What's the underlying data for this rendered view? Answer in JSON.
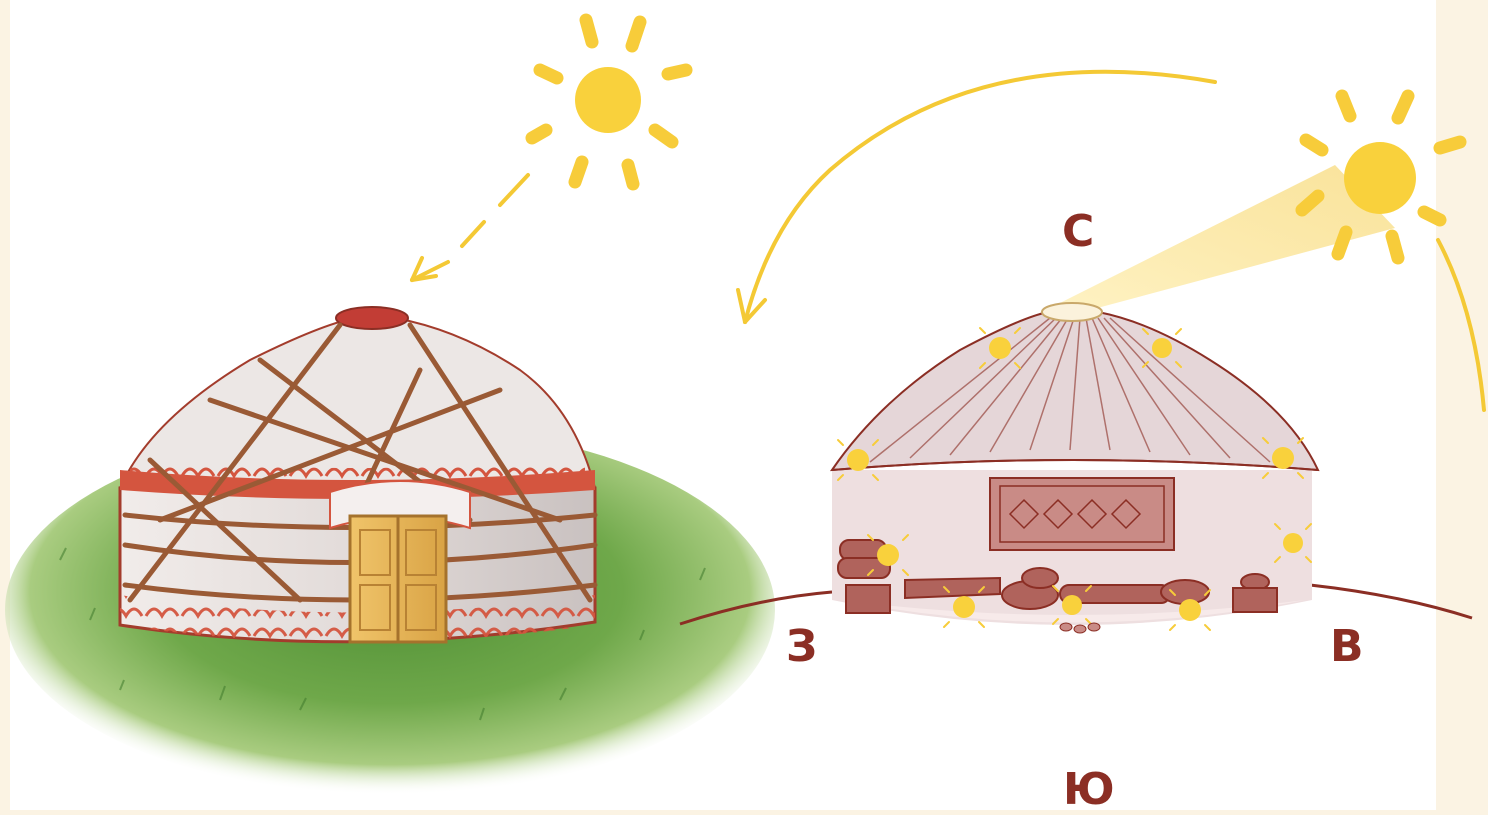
{
  "directions": {
    "north": "С",
    "west": "З",
    "east": "В",
    "south": "Ю"
  },
  "colors": {
    "page_background": "#fbf3e3",
    "canvas": "#ffffff",
    "sun": "#f9d13c",
    "sun_rays": "#f7cc3a",
    "sun_path_arrow": "#f4c935",
    "yurt_felt": "#e8e2e0",
    "yurt_ornament": "#d4553f",
    "yurt_door": "#e8b85a",
    "grass": "#6fa84a",
    "interior_wall": "#eedfe0",
    "interior_roof": "#e5d6d8",
    "interior_line": "#8b2e24",
    "direction_label": "#8b2e24"
  },
  "icons": [
    "sun-icon",
    "sun-icon",
    "sun-path-arrow",
    "sunbeam",
    "yurt-exterior",
    "yurt-interior-cutaway"
  ]
}
